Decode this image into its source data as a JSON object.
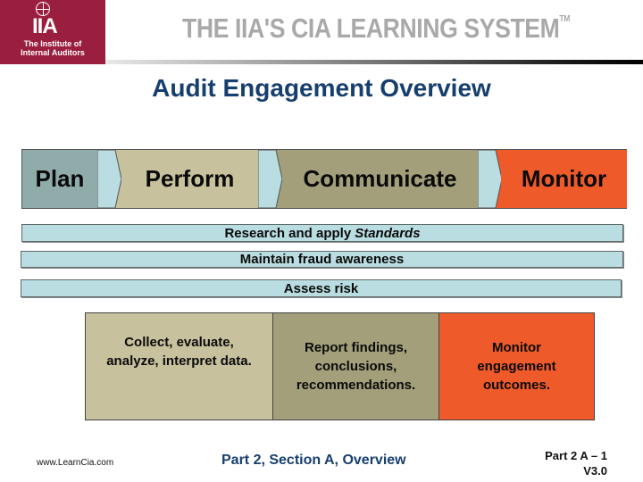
{
  "header": {
    "logo": {
      "letters": "IIA",
      "line1": "The Institute of",
      "line2": "Internal Auditors",
      "brand_color": "#9a1f3e"
    },
    "system_title": "THE IIA'S CIA LEARNING SYSTEM",
    "trademark": "TM"
  },
  "page_title": "Audit Engagement Overview",
  "phases": [
    {
      "label": "Plan",
      "color": "#8fabaa"
    },
    {
      "label": "Perform",
      "color": "#c7c19d"
    },
    {
      "label": "Communicate",
      "color": "#a29f7a"
    },
    {
      "label": "Monitor",
      "color": "#ef5a2a"
    }
  ],
  "chevron_color": "#b9dde0",
  "bands": [
    {
      "text": "Research and apply",
      "emphasis": "Standards"
    },
    {
      "text": "Maintain fraud awareness"
    },
    {
      "text": "Assess risk"
    }
  ],
  "activities": [
    {
      "line1": "Collect, evaluate,",
      "line2": "analyze, interpret data."
    },
    {
      "line1": "Report findings,",
      "line2": "conclusions,",
      "line3": "recommendations."
    },
    {
      "line1": "Monitor",
      "line2": "engagement",
      "line3": "outcomes."
    }
  ],
  "footer": {
    "url": "www.LearnCia.com",
    "title": "Part 2, Section A, Overview",
    "ref_line1": "Part 2 A – 1",
    "ref_line2": "V3.0"
  }
}
